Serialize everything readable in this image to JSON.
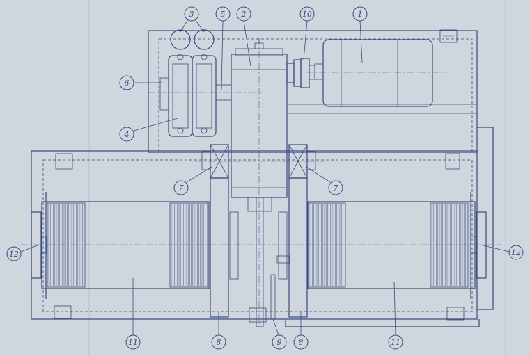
{
  "callouts": {
    "c1": "1",
    "c2": "2",
    "c3": "3",
    "c4": "4",
    "c5": "5",
    "c6": "6",
    "c7a": "7",
    "c7b": "7",
    "c8a": "8",
    "c8b": "8",
    "c9": "9",
    "c10": "10",
    "c11a": "11",
    "c11b": "11",
    "c12a": "12",
    "c12b": "12"
  },
  "colors": {
    "paper": "#cfd6de",
    "ink": "#3a4a7c"
  }
}
